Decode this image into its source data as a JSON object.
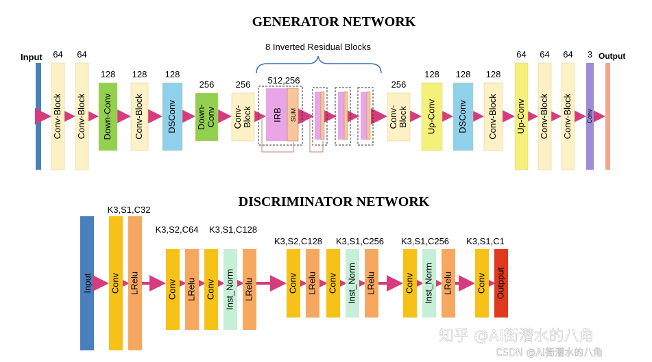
{
  "generator": {
    "title": "GENERATOR NETWORK",
    "input_label": "Input",
    "output_label": "Output",
    "brace_label": "8 Inverted Residual Blocks",
    "irb_channels": "512,256",
    "blocks": [
      {
        "label": "Conv-Block",
        "channels": "64",
        "color": "#fdf1c5"
      },
      {
        "label": "Conv-Block",
        "channels": "64",
        "color": "#fdf1c5"
      },
      {
        "label": "Down-Conv",
        "channels": "128",
        "color": "#92d050"
      },
      {
        "label": "Conv-Block",
        "channels": "128",
        "color": "#fdf1c5"
      },
      {
        "label": "DSConv",
        "channels": "128",
        "color": "#8fd0ea"
      },
      {
        "label": "Down-Conv",
        "channels": "256",
        "color": "#92d050"
      },
      {
        "label": "Conv-Block",
        "channels": "256",
        "color": "#fdf1c5"
      },
      {
        "label": "Conv-Block",
        "channels": "256",
        "color": "#fdf1c5"
      },
      {
        "label": "Up-Conv",
        "channels": "128",
        "color": "#f5f07a"
      },
      {
        "label": "DSConv",
        "channels": "128",
        "color": "#8fd0ea"
      },
      {
        "label": "Conv-Block",
        "channels": "128",
        "color": "#fdf1c5"
      },
      {
        "label": "Up-Conv",
        "channels": "64",
        "color": "#f5f07a"
      },
      {
        "label": "Conv-Block",
        "channels": "64",
        "color": "#fdf1c5"
      },
      {
        "label": "Conv-Block",
        "channels": "64",
        "color": "#fdf1c5"
      },
      {
        "label": "Conv",
        "channels": "3",
        "color": "#a08bd6"
      }
    ],
    "irb_label": "IRB",
    "sum_label": "SUM"
  },
  "discriminator": {
    "title": "DISCRIMINATOR NETWORK",
    "input_label": "Input",
    "groups": [
      {
        "params": "K3,S1,C32",
        "blocks": [
          "Conv",
          "LRelu"
        ]
      },
      {
        "params": "K3,S2,C64",
        "blocks": [
          "Conv",
          "LRelu"
        ]
      },
      {
        "params": "K3,S1,C128",
        "blocks": [
          "Conv",
          "Inst_Norm",
          "LRelu"
        ]
      },
      {
        "params": "K3,S2,C128",
        "blocks": [
          "Conv",
          "LRelu"
        ]
      },
      {
        "params": "K3,S1,C256",
        "blocks": [
          "Conv",
          "Inst_Norm",
          "LRelu"
        ]
      },
      {
        "params": "K3,S1,C256",
        "blocks": [
          "Conv",
          "Inst_Norm",
          "LRelu"
        ]
      },
      {
        "params": "K3,S1,C1",
        "blocks": [
          "Conv",
          "Outpput"
        ]
      }
    ]
  },
  "colors": {
    "arrow": "#d63c7d",
    "input_bar": "#4a7fbd",
    "output_bar": "#f4a58b",
    "conv_yellow": "#f6c218",
    "lrelu_orange": "#f6a860",
    "inst_norm_green": "#c5efd6",
    "output_red": "#e03a1e",
    "irb_pink": "#e8a6e6",
    "sum_peach": "#f7c69b"
  },
  "watermark": {
    "line1": "知乎 @AI街潜水的八角",
    "line2": "CSDN @AI街潜水的八角"
  }
}
